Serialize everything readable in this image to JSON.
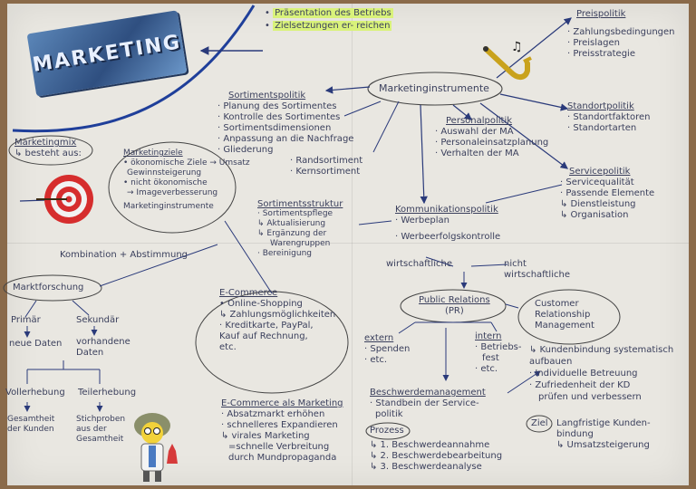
{
  "logo_text": "MARKETING",
  "top_note": [
    "Präsentation des Betriebs",
    "Zielsetzungen er- reichen"
  ],
  "marketingmix": {
    "title": "Marketingmix",
    "subtitle": "↳ besteht aus:"
  },
  "marketingziele": {
    "title": "Marketingziele",
    "items": [
      "• ökonomische Ziele → Umsatz",
      "Gewinnsteigerung",
      "• nicht ökonomische",
      "→ Imageverbesserung"
    ],
    "footer": "Marketinginstrumente"
  },
  "kombination": "Kombination + Abstimmung",
  "center": "Marketinginstrumente",
  "sortimentspolitik": {
    "title": "Sortimentspolitik",
    "items": [
      "· Planung des Sortimentes",
      "· Kontrolle des Sortimentes",
      "· Sortimentsdimensionen",
      "· Anpassung an die Nachfrage",
      "· Gliederung"
    ],
    "sub": [
      "· Randsortiment",
      "· Kernsortiment"
    ]
  },
  "sortimentsstruktur": {
    "title": "Sortimentsstruktur",
    "items": [
      "· Sortimentspflege",
      "↳ Aktualisierung",
      "↳ Ergänzung der",
      "Warengruppen",
      "· Bereinigung"
    ]
  },
  "preispolitik": {
    "title": "Preispolitik",
    "items": [
      "· Zahlungsbedingungen",
      "· Preislagen",
      "· Preisstrategie"
    ]
  },
  "standortpolitik": {
    "title": "Standortpolitik",
    "items": [
      "· Standortfaktoren",
      "· Standortarten"
    ]
  },
  "personalpolitik": {
    "title": "Personalpolitik",
    "items": [
      "· Auswahl der MA",
      "· Personaleinsatzplanung",
      "· Verhalten der MA"
    ]
  },
  "servicepolitik": {
    "title": "Servicepolitik",
    "items": [
      "· Servicequalität",
      "· Passende Elemente",
      "↳ Dienstleistung",
      "↳ Organisation"
    ]
  },
  "kommunikationspolitik": {
    "title": "Kommunikationspolitik",
    "items": [
      "· Werbeplan",
      "· Werbeerfolgskontrolle"
    ],
    "wirtschaftlich": "wirtschaftliche",
    "nicht": "nicht wirtschaftliche"
  },
  "marktforschung": {
    "title": "Marktforschung",
    "primaer": "Primär",
    "primaer_sub": "neue Daten",
    "sekundaer": "Sekundär",
    "sekundaer_sub": "vorhandene Daten",
    "vollerhebung": "Vollerhebung",
    "vollerhebung_sub": "Gesamtheit der Kunden",
    "teilerhebung": "Teilerhebung",
    "teilerhebung_sub": "Stichproben aus der Gesamtheit"
  },
  "ecommerce": {
    "title": "E-Commerce",
    "items": [
      "• Online-Shopping",
      "↳ Zahlungsmöglichkeiten",
      "· Kreditkarte, PayPal,",
      "Kauf auf Rechnung,",
      "etc."
    ]
  },
  "ecommerce_marketing": {
    "title": "E-Commerce als Marketing",
    "items": [
      "· Absatzmarkt erhöhen",
      "· schnelleres Expandieren",
      "↳ virales Marketing",
      "=schnelle Verbreitung",
      "durch Mundpropaganda"
    ]
  },
  "public_relations": {
    "title": "Public Relations",
    "abbr": "(PR)",
    "extern": "extern",
    "extern_items": [
      "· Spenden",
      "· etc."
    ],
    "intern": "intern",
    "intern_items": [
      "· Betriebs-",
      "fest",
      "· etc."
    ]
  },
  "beschwerde": {
    "title": "Beschwerdemanagement",
    "items": [
      "· Standbein der Service-",
      "politik"
    ],
    "prozess": "Prozess",
    "steps": [
      "↳ 1. Beschwerdeannahme",
      "↳ 2. Beschwerdebearbeitung",
      "↳ 3. Beschwerdeanalyse"
    ]
  },
  "crm": {
    "title": "Customer Relationship Management",
    "items": [
      "↳ Kundenbindung systematisch aufbauen",
      "· Individuelle Betreuung",
      "· Zufriedenheit der KD",
      "prüfen und verbessern"
    ],
    "ziel": "Ziel",
    "ziel_items": [
      "Langfristige Kunden-",
      "bindung",
      "↳ Umsatzsteigerung"
    ]
  },
  "colors": {
    "ink": "#3a3f5c",
    "arrow": "#2a3a7a",
    "highlight": "#d9f27a",
    "paper": "#e9e7e1"
  }
}
